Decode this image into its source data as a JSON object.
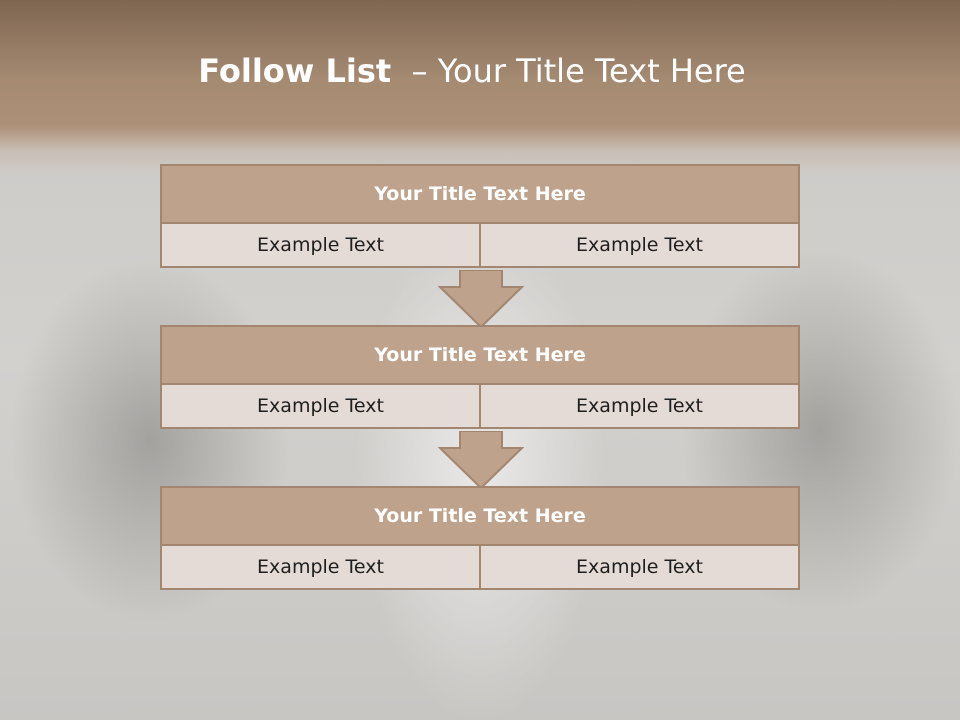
{
  "slide": {
    "title_bold": "Follow List",
    "title_rest": "– Your Title Text Here",
    "accent_color": "#bea28c",
    "cell_color": "#e5dbd6",
    "blocks": [
      {
        "heading": "Your Title Text Here",
        "left": "Example Text",
        "right": "Example Text"
      },
      {
        "heading": "Your Title Text Here",
        "left": "Example Text",
        "right": "Example Text"
      },
      {
        "heading": "Your Title Text Here",
        "left": "Example Text",
        "right": "Example Text"
      }
    ],
    "connectors": [
      "down-arrow-icon",
      "down-arrow-icon"
    ]
  }
}
